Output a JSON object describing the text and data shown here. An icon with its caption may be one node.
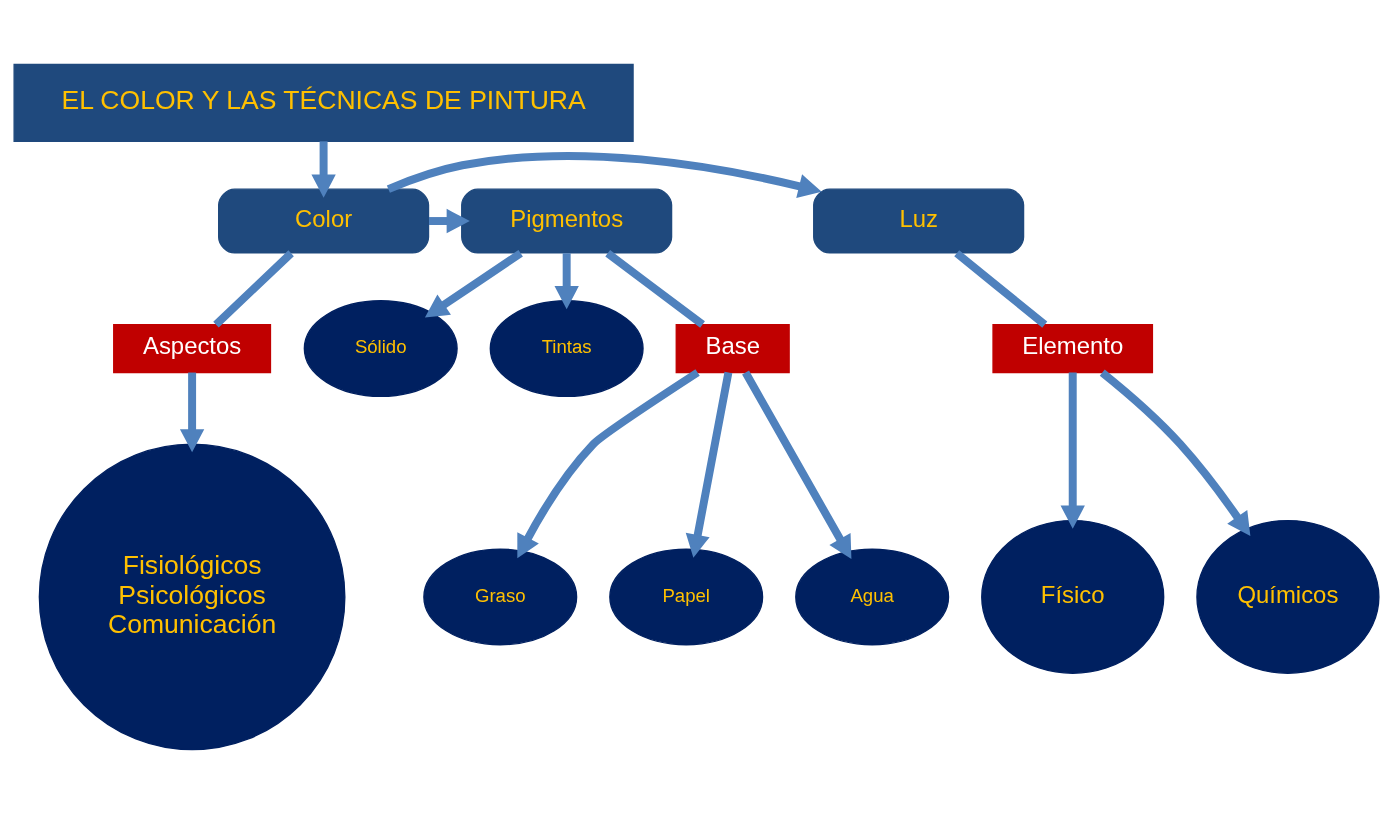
{
  "diagram": {
    "nodes": [
      {
        "text": [
          "EL COLOR Y LAS TÉCNICAS DE PINTURA"
        ]
      },
      {
        "text": [
          "Luz"
        ]
      },
      {
        "text": [
          "Color"
        ]
      },
      {
        "text": [
          "Pigmentos"
        ]
      },
      {
        "text": [
          "Elemento"
        ]
      },
      {
        "text": [
          "Físico"
        ]
      },
      {
        "text": [
          "Químicos"
        ]
      },
      {
        "text": [
          "Aspectos"
        ]
      },
      {
        "text": [
          "Fisiológicos",
          "Psicológicos",
          "Comunicación"
        ]
      },
      {
        "text": [
          "Base"
        ]
      },
      {
        "text": [
          "Sólido"
        ]
      },
      {
        "text": [
          "Agua"
        ]
      },
      {
        "text": [
          "Graso"
        ]
      },
      {
        "text": [
          "Papel"
        ]
      },
      {
        "text": [
          "Tintas"
        ]
      }
    ],
    "edges": [
      {
        "from": 0,
        "to": 2,
        "arrow": "to"
      },
      {
        "from": 2,
        "to": 1,
        "arrow": "to"
      },
      {
        "from": 2,
        "to": 3,
        "arrow": "to"
      },
      {
        "from": 1,
        "to": 4,
        "arrow": "none"
      },
      {
        "from": 4,
        "to": 5,
        "arrow": "to"
      },
      {
        "from": 4,
        "to": 6,
        "arrow": "to"
      },
      {
        "from": 2,
        "to": 7,
        "arrow": "none"
      },
      {
        "from": 7,
        "to": 8,
        "arrow": "to"
      },
      {
        "from": 3,
        "to": 10,
        "arrow": "to"
      },
      {
        "from": 3,
        "to": 9,
        "arrow": "none"
      },
      {
        "from": 9,
        "to": 11,
        "arrow": "to"
      },
      {
        "from": 9,
        "to": 12,
        "arrow": "to"
      },
      {
        "from": 9,
        "to": 13,
        "arrow": "to"
      },
      {
        "from": 3,
        "to": 14,
        "arrow": "to"
      }
    ]
  }
}
